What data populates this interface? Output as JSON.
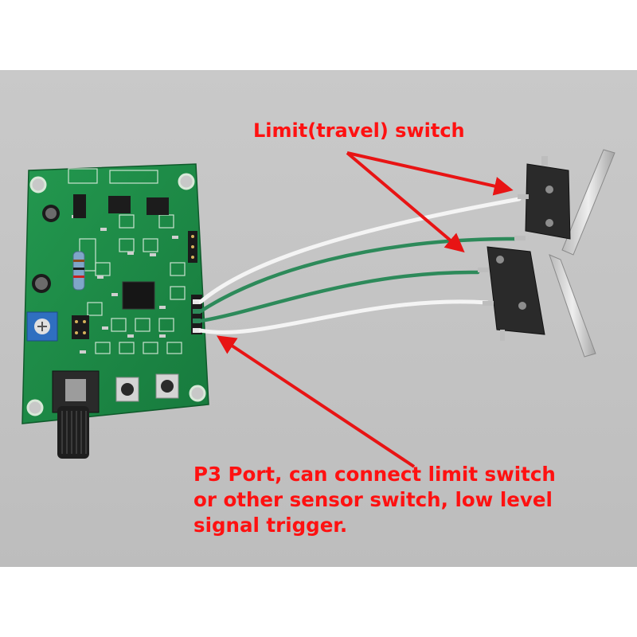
{
  "annotations": {
    "limit_switch_label": "Limit(travel) switch",
    "p3_label_lines": [
      "P3 Port, can connect limit switch",
      "or other sensor switch, low level",
      "signal trigger."
    ]
  },
  "colors": {
    "background": "#c6c6c6",
    "pcb_green": "#1e8c48",
    "annotation_red": "#ff1111",
    "arrow_red": "#e81414",
    "wire_white": "#f4f4f4",
    "wire_green": "#2d8a5a",
    "switch_body": "#2a2a2a"
  }
}
